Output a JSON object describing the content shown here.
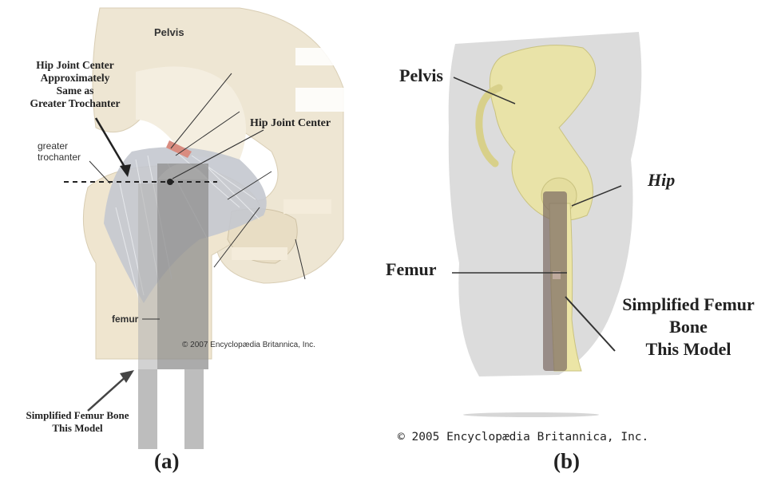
{
  "panel_a": {
    "pelvis_label": "Pelvis",
    "hip_center_note": [
      "Hip Joint Center",
      "Approximately",
      "Same as",
      "Greater Trochanter"
    ],
    "hip_joint_center_label": "Hip Joint Center",
    "greater_trochanter_label": [
      "greater",
      "trochanter"
    ],
    "femur_label": "femur",
    "copyright": "© 2007 Encyclopædia Britannica, Inc.",
    "simplified_label": [
      "Simplified Femur Bone",
      "This Model"
    ],
    "caption": "(a)"
  },
  "panel_b": {
    "pelvis_label": "Pelvis",
    "hip_label": "Hip",
    "femur_label": "Femur",
    "simplified_label": [
      "Simplified Femur",
      "Bone",
      "This Model"
    ],
    "copyright": "© 2005 Encyclopædia Britannica, Inc.",
    "caption": "(b)"
  },
  "colors": {
    "bone": "#efe5cf",
    "ligament": "#b9bdc6",
    "overlay": "#8c8c8c",
    "overlay_b": "#7a6a62",
    "bone_b": "#e9e3a8",
    "background_b": "#dcdcdc"
  }
}
